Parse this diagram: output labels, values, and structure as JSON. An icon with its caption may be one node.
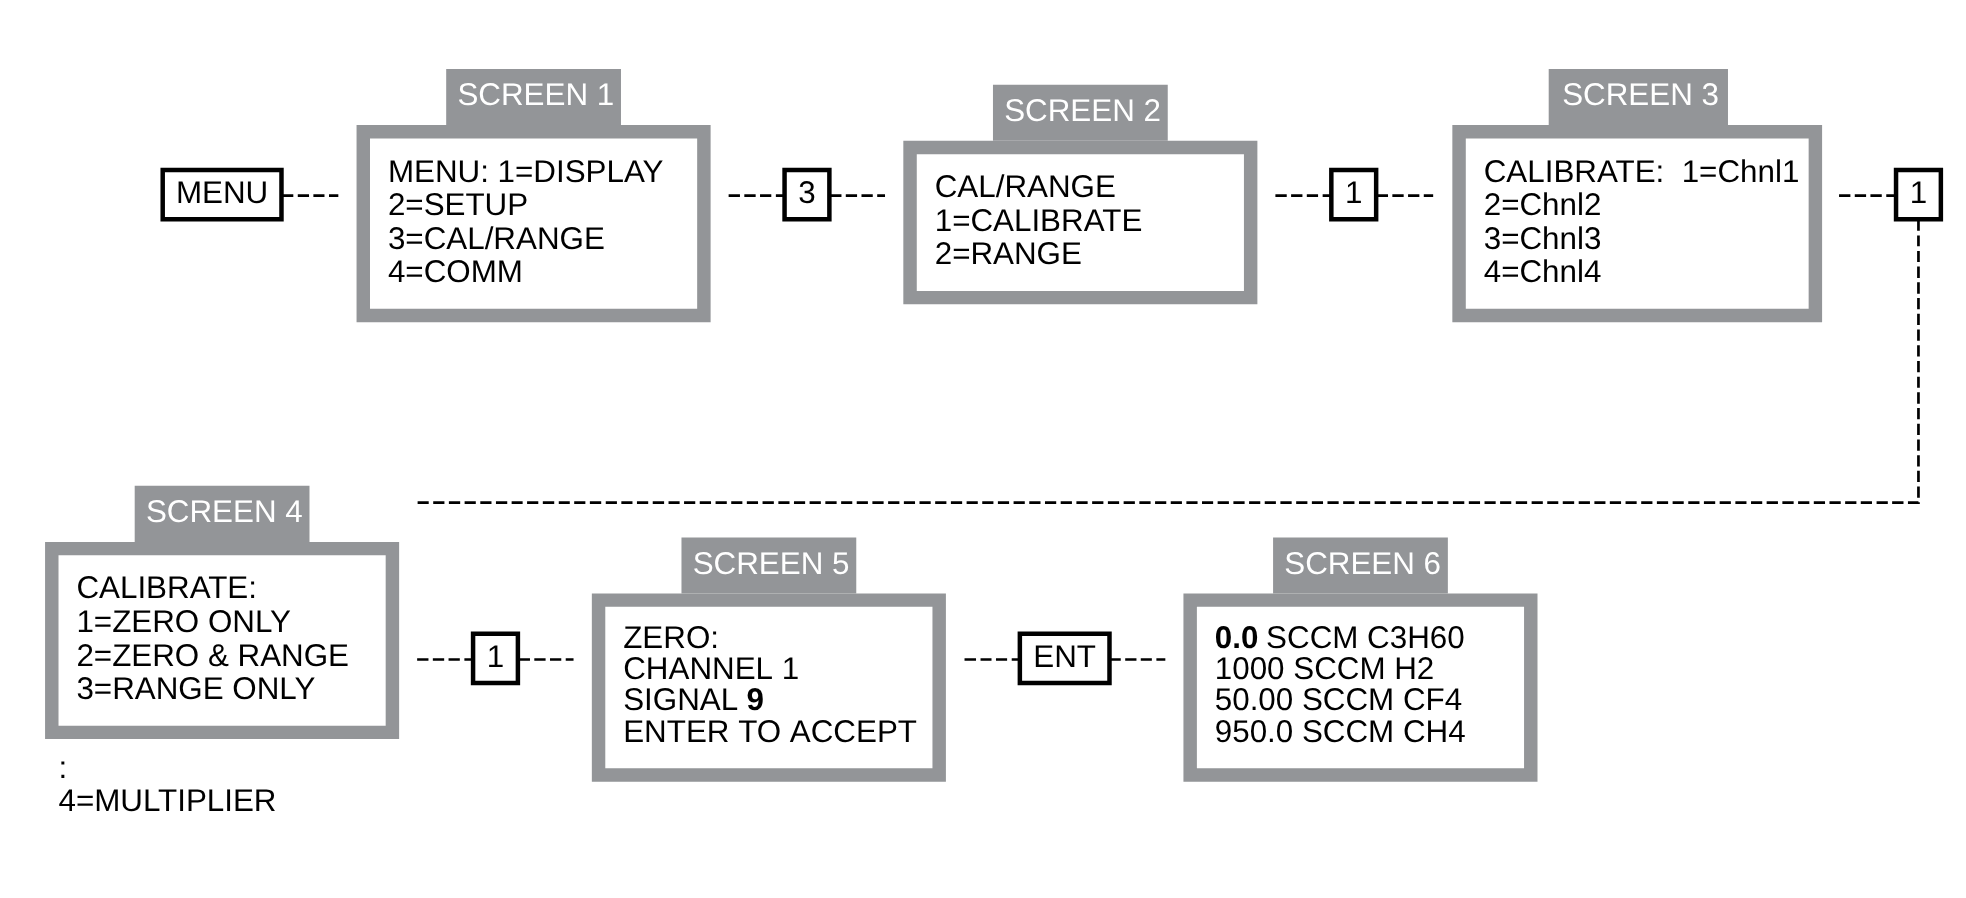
{
  "diagram": {
    "nodes": [
      {
        "text": [
          "MENU"
        ]
      },
      {
        "text": [
          "SCREEN 1",
          "MENU: 1=DISPLAY",
          "2=SETUP",
          "3=CAL/RANGE",
          "4=COMM"
        ]
      },
      {
        "text": [
          "3"
        ]
      },
      {
        "text": [
          "SCREEN 2",
          "CAL/RANGE",
          "1=CALIBRATE",
          "2=RANGE"
        ]
      },
      {
        "text": [
          "1"
        ]
      },
      {
        "text": [
          "SCREEN 3",
          "CALIBRATE:  1=Chnl1",
          "2=Chnl2",
          "3=Chnl3",
          "4=Chnl4"
        ]
      },
      {
        "text": [
          "1"
        ]
      },
      {
        "text": [
          "SCREEN 4",
          "CALIBRATE:",
          "1=ZERO ONLY",
          "2=ZERO & RANGE",
          "3=RANGE ONLY"
        ],
        "beside": [
          ":",
          "4=MULTIPLIER"
        ]
      },
      {
        "text": [
          "1"
        ]
      },
      {
        "text": [
          "SCREEN 5",
          "ZERO:",
          "CHANNEL 1",
          "SIGNAL **9**",
          "ENTER TO ACCEPT"
        ]
      },
      {
        "text": [
          "ENT"
        ]
      },
      {
        "text": [
          "SCREEN 6",
          "**0.0** SCCM C3H60",
          "1000 SCCM H2",
          "50.00 SCCM CF4",
          "950.0 SCCM CH4"
        ]
      }
    ],
    "edges": [
      {
        "from": 0,
        "to": 1,
        "arrow": "none",
        "style": "dashed"
      },
      {
        "from": 1,
        "to": 2,
        "arrow": "none",
        "style": "dashed"
      },
      {
        "from": 2,
        "to": 3,
        "arrow": "none",
        "style": "dashed"
      },
      {
        "from": 3,
        "to": 4,
        "arrow": "none",
        "style": "dashed"
      },
      {
        "from": 4,
        "to": 5,
        "arrow": "none",
        "style": "dashed"
      },
      {
        "from": 5,
        "to": 6,
        "arrow": "none",
        "style": "dashed"
      },
      {
        "from": 6,
        "to": 7,
        "arrow": "none",
        "style": "dashed"
      },
      {
        "from": 7,
        "to": 8,
        "arrow": "none",
        "style": "dashed"
      },
      {
        "from": 8,
        "to": 9,
        "arrow": "none",
        "style": "dashed"
      },
      {
        "from": 9,
        "to": 10,
        "arrow": "none",
        "style": "dashed"
      },
      {
        "from": 10,
        "to": 11,
        "arrow": "none",
        "style": "dashed"
      }
    ]
  }
}
